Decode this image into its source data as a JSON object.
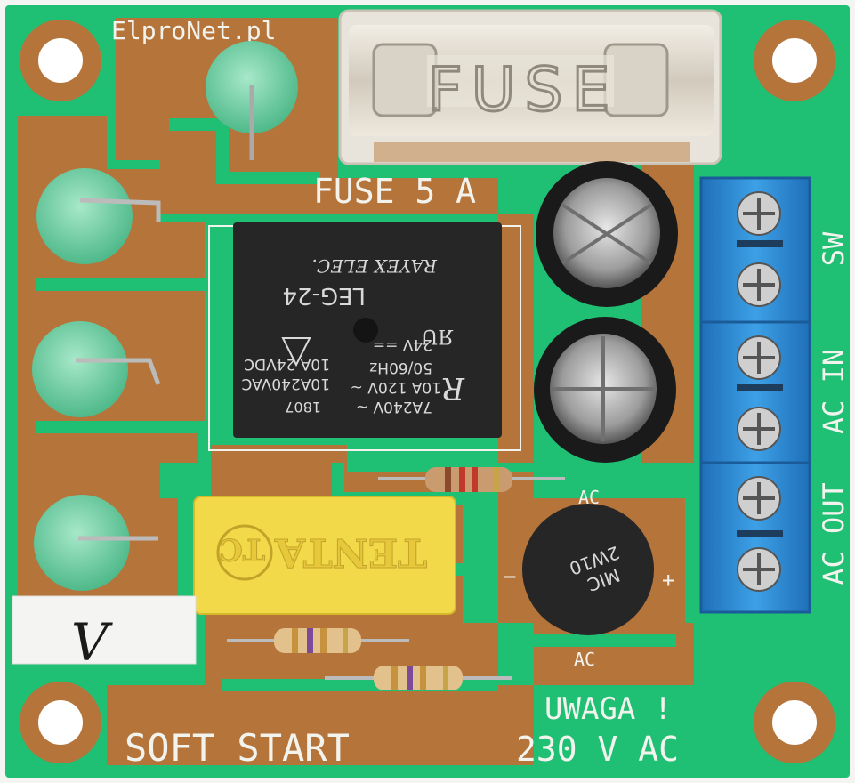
{
  "board": {
    "brand_text": "ElproNet.pl",
    "fuse_cap_text": "FUSE",
    "fuse_rating": "FUSE 5 A",
    "title_text": "SOFT START",
    "warning_line1": "UWAGA !",
    "warning_line2": "230 V AC",
    "handwritten_mark": "V",
    "colors": {
      "pcb_copper": "#b5743a",
      "solder_mask_green": "#1fbf74",
      "silkscreen": "#f3f3ee",
      "terminal_blue": "#2f8fd4"
    }
  },
  "relay": {
    "line_1807": "1807",
    "line_7a240v": "7A240V ~",
    "line_10a120v": "10A 120V ~",
    "line_5060hz": "50/60Hz",
    "line_24v": "24V ==",
    "line_10a240vac": "10A240VAC",
    "line_10a24vdc": "10A 24VDC",
    "line_model": "LEG-24",
    "line_maker": "RAYEX ELEC."
  },
  "terminals": {
    "labels": [
      "SW",
      "AC IN",
      "AC OUT"
    ]
  },
  "bridge": {
    "top_ac_label": "AC",
    "bottom_ac_label": "AC",
    "plus_label": "+",
    "minus_label": "−",
    "chip_line1": "MIC",
    "chip_line2": "2W10"
  },
  "capacitor": {
    "brand_text": "TENTA",
    "logo_text": "TC"
  },
  "icons": [
    "mounting-hole-icon",
    "ul-recognized-icon",
    "warning-triangle-icon",
    "rayex-logo-icon"
  ]
}
